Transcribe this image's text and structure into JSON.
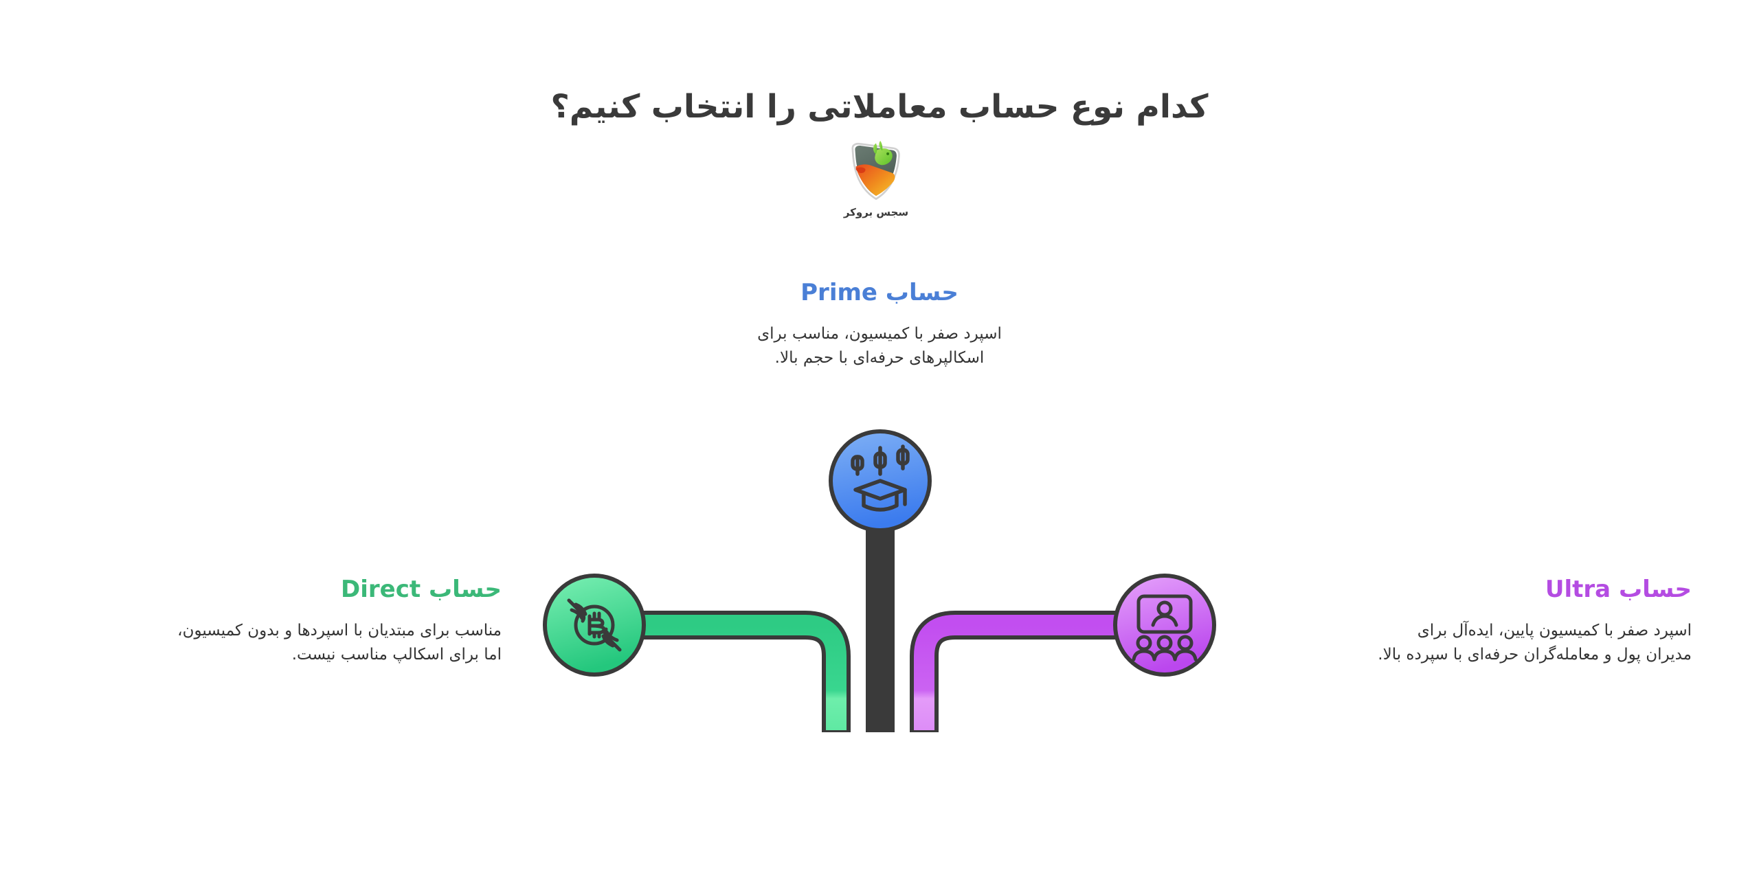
{
  "page": {
    "title": "کدام نوع حساب معاملاتی را انتخاب کنیم؟",
    "background_color": "#ffffff"
  },
  "logo": {
    "wordmark": "سجس بروکر",
    "icon_name": "bull-bear-shield-logo",
    "colors": {
      "bull": "#7ed321",
      "bear": "#e8491d",
      "shield": "#5a6a63",
      "accent": "#f5a623"
    }
  },
  "nodes": [
    {
      "id": "prime",
      "heading_latin": "Prime",
      "heading_fa": "حساب",
      "heading_full": "حساب Prime",
      "description_lines": [
        "اسپرد صفر با کمیسیون، مناسب برای",
        "اسکالپرهای حرفه‌ای با حجم بالا."
      ],
      "color": "#4a7fd6",
      "pipe_fill_top": "#7aa8f0",
      "pipe_fill_bottom": "#4a85ef",
      "icon_name": "candlestick-graduation-cap-icon",
      "position": "top-center"
    },
    {
      "id": "direct",
      "heading_latin": "Direct",
      "heading_fa": "حساب",
      "heading_full": "حساب Direct",
      "description_lines": [
        "مناسب برای مبتدیان با اسپردها و بدون کمیسیون،",
        "اما برای اسکالپ مناسب نیست."
      ],
      "color": "#3bb878",
      "pipe_fill_top": "#6ef0ab",
      "pipe_fill_bottom": "#2ecb84",
      "icon_name": "bitcoin-handshake-icon",
      "position": "left"
    },
    {
      "id": "ultra",
      "heading_latin": "Ultra",
      "heading_fa": "حساب",
      "heading_full": "حساب Ultra",
      "description_lines": [
        "اسپرد صفر با کمیسیون پایین، ایده‌آل برای",
        "مدیران پول و معامله‌گران حرفه‌ای با سپرده بالا."
      ],
      "color": "#b44ce2",
      "pipe_fill_top": "#e39cf8",
      "pipe_fill_bottom": "#c24ef0",
      "icon_name": "webinar-audience-icon",
      "position": "right"
    }
  ],
  "diagram": {
    "stroke_color": "#3a3a3a",
    "stroke_width": 6,
    "pipe_width": 30,
    "circle_diameter": 150
  }
}
